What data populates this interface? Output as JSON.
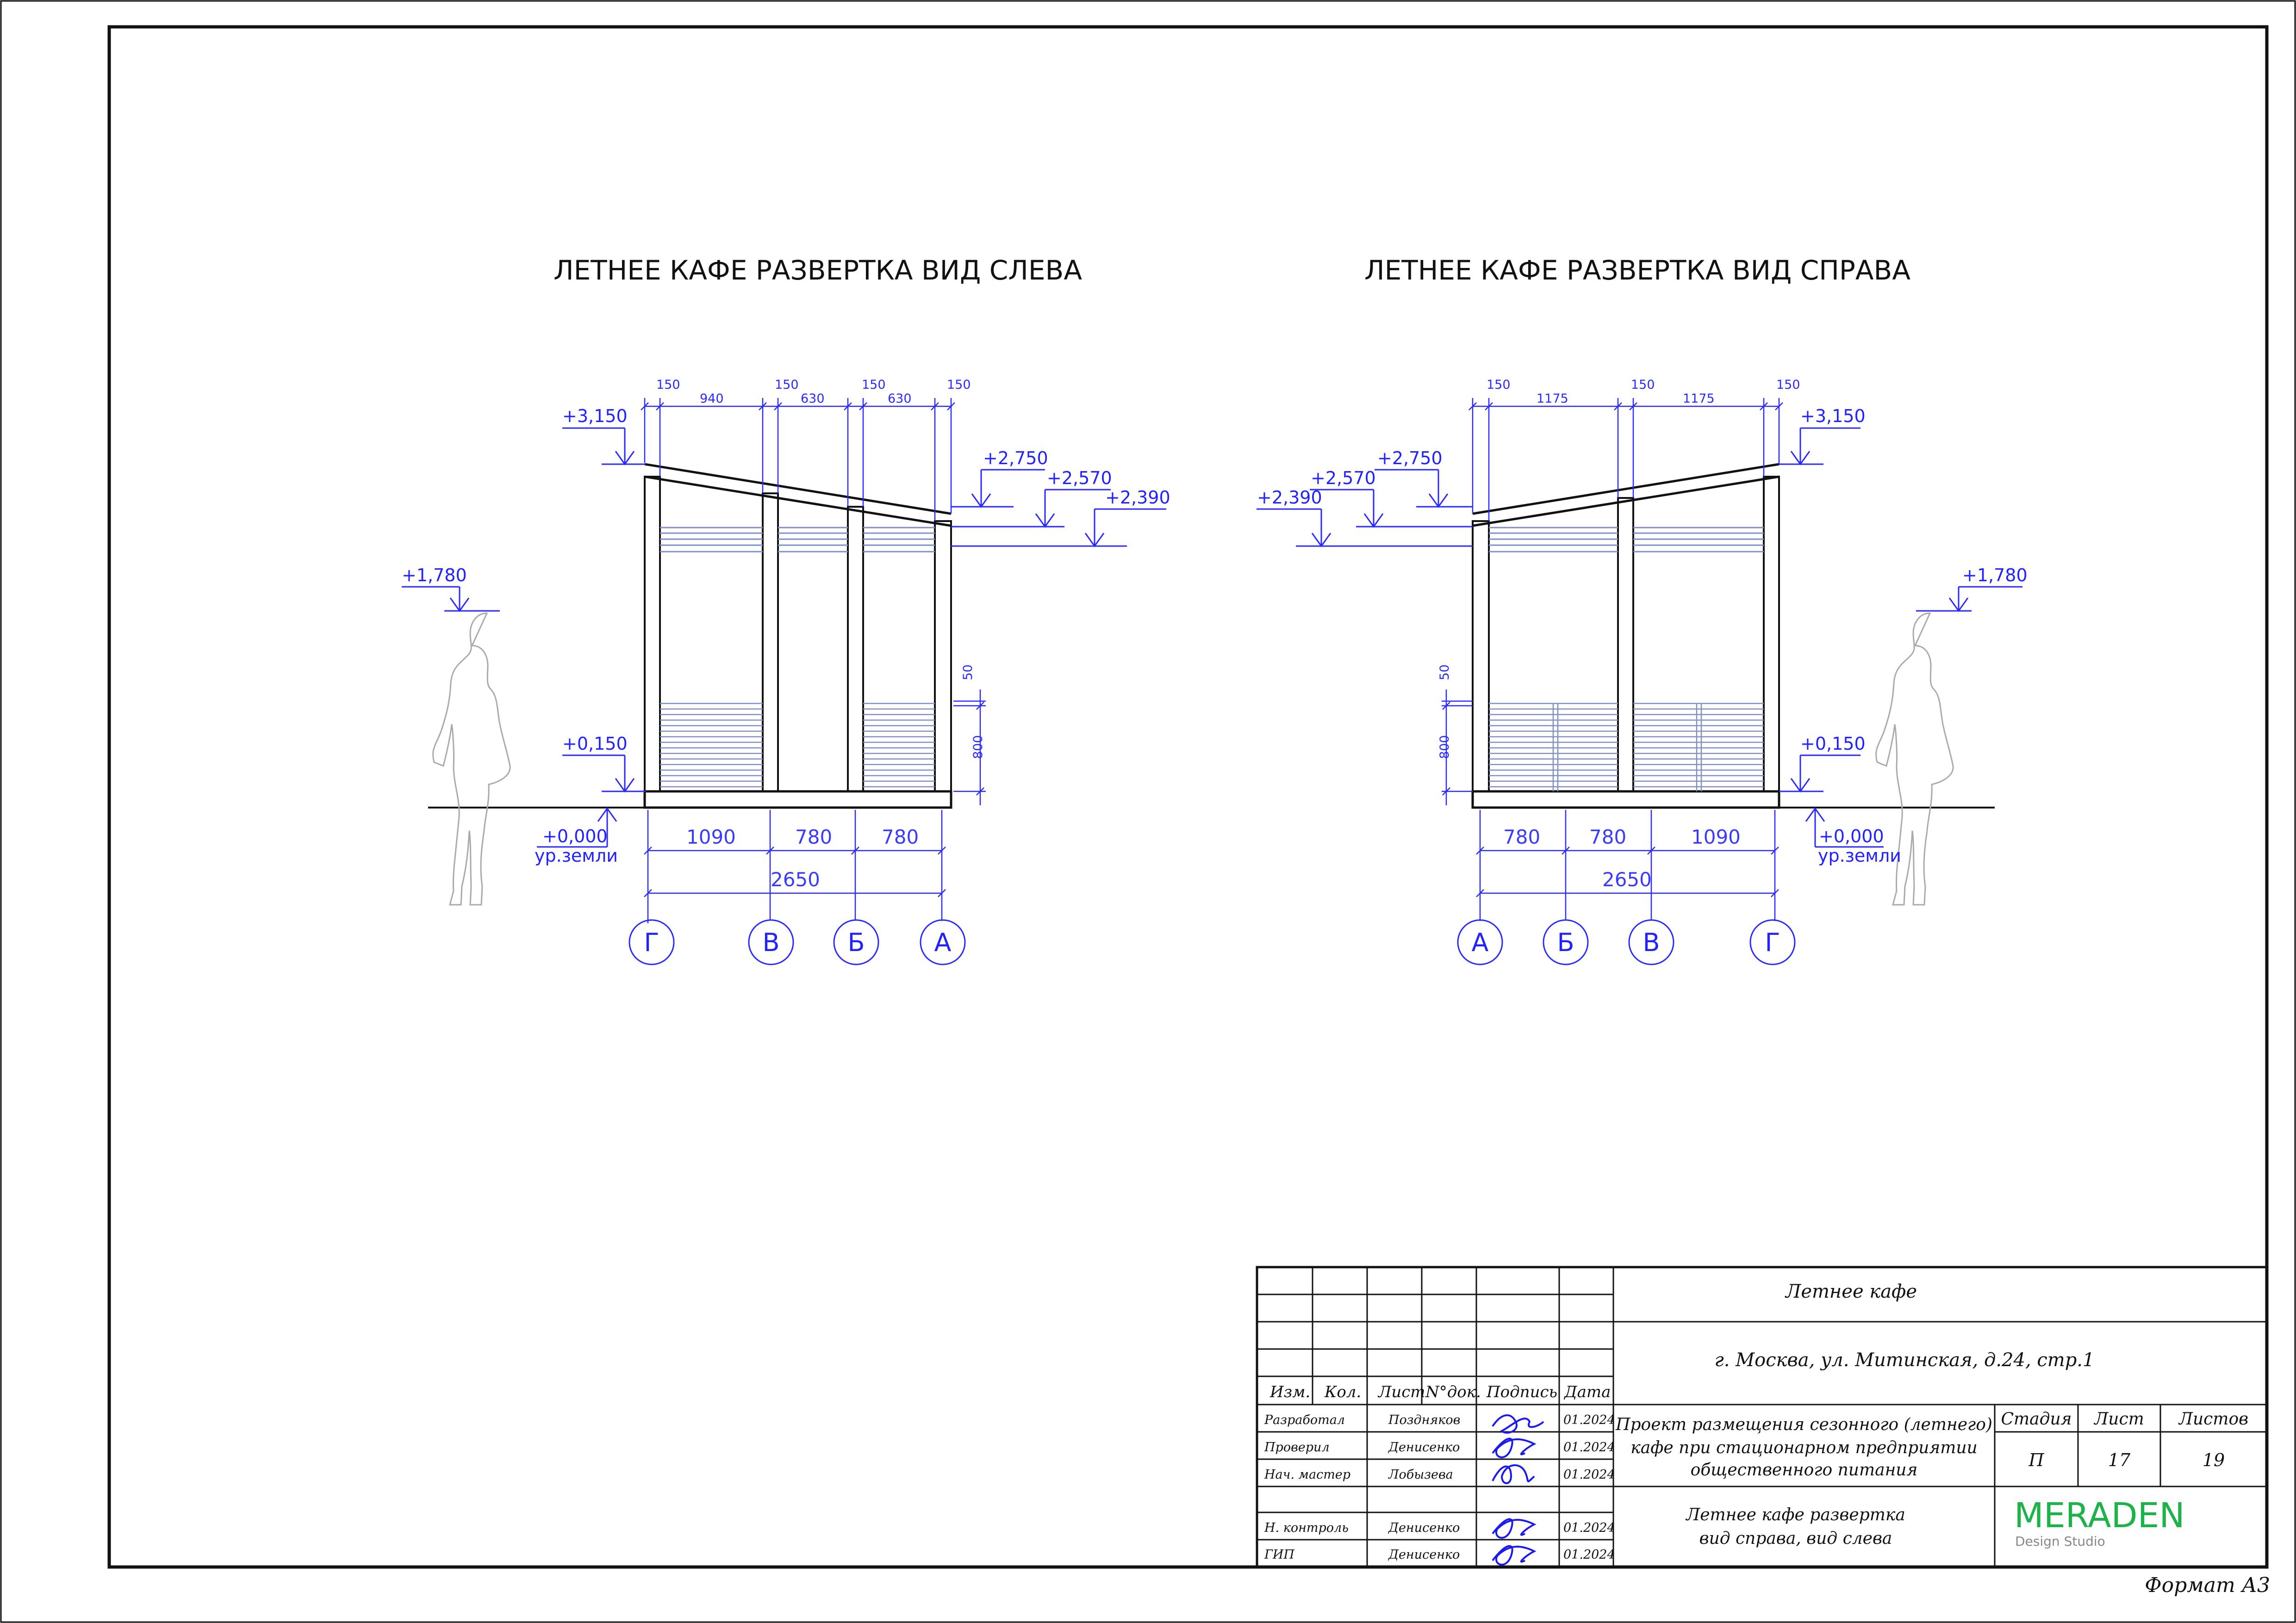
{
  "titles": {
    "left": "ЛЕТНЕЕ КАФЕ РАЗВЕРТКА ВИД СЛЕВА",
    "right": "ЛЕТНЕЕ КАФЕ РАЗВЕРТКА ВИД СПРАВА"
  },
  "left_view": {
    "top_dims": [
      "150",
      "940",
      "150",
      "630",
      "150",
      "630",
      "150"
    ],
    "levels": [
      "+3,150",
      "+2,750",
      "+2,570",
      "+2,390",
      "+1,780",
      "+0,150",
      "+0,000"
    ],
    "ground_label": "ур.земли",
    "side_dims": [
      "50",
      "800"
    ],
    "bottom_dims": [
      "1090",
      "780",
      "780"
    ],
    "total_dim": "2650",
    "axes": [
      "Г",
      "В",
      "Б",
      "А"
    ]
  },
  "right_view": {
    "top_dims": [
      "150",
      "1175",
      "150",
      "1175",
      "150"
    ],
    "levels": [
      "+3,150",
      "+2,750",
      "+2,570",
      "+2,390",
      "+1,780",
      "+0,150",
      "+0,000"
    ],
    "ground_label": "ур.земли",
    "side_dims": [
      "50",
      "800"
    ],
    "bottom_dims": [
      "780",
      "780",
      "1090"
    ],
    "total_dim": "2650",
    "axes": [
      "А",
      "Б",
      "В",
      "Г"
    ]
  },
  "stamp": {
    "object": "Летнее кафе",
    "address": "г. Москва, ул. Митинская, д.24, стр.1",
    "project": [
      "Проект размещения сезонного (летнего)",
      "кафе при стационарном предприятии",
      "общественного питания"
    ],
    "sheet_title": [
      "Летнее кафе развертка",
      "вид справа, вид слева"
    ],
    "headers": [
      "Изм.",
      "Кол.",
      "Лист",
      "N°док.",
      "Подпись",
      "Дата"
    ],
    "rows": [
      {
        "role": "Разработал",
        "name": "Позднякoв",
        "date": "01.2024"
      },
      {
        "role": "Проверил",
        "name": "Денисенко",
        "date": "01.2024"
      },
      {
        "role": "Нач. мастер",
        "name": "Лобызева",
        "date": "01.2024"
      },
      {
        "role": "Н. контроль",
        "name": "Денисенко",
        "date": "01.2024"
      },
      {
        "role": "ГИП",
        "name": "Денисенко",
        "date": "01.2024"
      }
    ],
    "stage_header": "Стадия",
    "sheet_header": "Лист",
    "sheets_header": "Листов",
    "stage": "П",
    "sheet": "17",
    "sheets": "19",
    "company": "MERADEN",
    "company_sub": "Design Studio",
    "format": "Формат А3",
    "brand_color": "#1db24a"
  }
}
